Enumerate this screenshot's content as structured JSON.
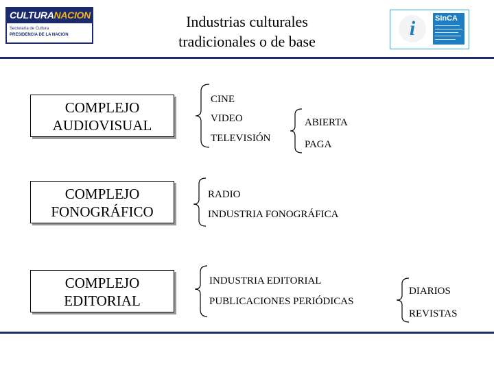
{
  "header": {
    "logo_left": {
      "word_a": "CULTURA",
      "word_b": "NACION",
      "line1": "Secretaría de Cultura",
      "line2": "PRESIDENCIA DE LA NACION"
    },
    "title_line1": "Industrias culturales",
    "title_line2": "tradicionales o de base",
    "logo_right": {
      "icon": "i",
      "name": "SInCA"
    }
  },
  "colors": {
    "navy": "#1a2a6c",
    "accent": "#f2b21b",
    "blue": "#1f7ec1"
  },
  "complexes": [
    {
      "name_line1": "COMPLEJO",
      "name_line2": "AUDIOVISUAL",
      "items": [
        "CINE",
        "VIDEO",
        "TELEVISIÓN"
      ],
      "sub": {
        "parent": "TELEVISIÓN",
        "items": [
          "ABIERTA",
          "PAGA"
        ]
      }
    },
    {
      "name_line1": "COMPLEJO",
      "name_line2": "FONOGRÁFICO",
      "items": [
        "RADIO",
        "INDUSTRIA FONOGRÁFICA"
      ]
    },
    {
      "name_line1": "COMPLEJO",
      "name_line2": "EDITORIAL",
      "items": [
        "INDUSTRIA EDITORIAL",
        "PUBLICACIONES PERIÓDICAS"
      ],
      "sub": {
        "parent": "PUBLICACIONES PERIÓDICAS",
        "items": [
          "DIARIOS",
          "REVISTAS"
        ]
      }
    }
  ]
}
